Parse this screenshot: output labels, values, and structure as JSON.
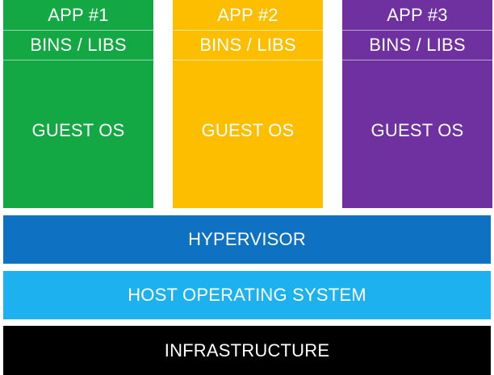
{
  "stacks": [
    {
      "app": "APP #1",
      "bins": "BINS / LIBS",
      "guest_os": "GUEST OS",
      "color": "#13a844"
    },
    {
      "app": "APP #2",
      "bins": "BINS / LIBS",
      "guest_os": "GUEST OS",
      "color": "#fdbe00"
    },
    {
      "app": "APP #3",
      "bins": "BINS / LIBS",
      "guest_os": "GUEST OS",
      "color": "#7031a0"
    }
  ],
  "layers": {
    "hypervisor": {
      "label": "HYPERVISOR",
      "color": "#0e71c1"
    },
    "host_os": {
      "label": "HOST OPERATING SYSTEM",
      "color": "#1db2ef"
    },
    "infrastructure": {
      "label": "INFRASTRUCTURE",
      "color": "#000000"
    }
  }
}
